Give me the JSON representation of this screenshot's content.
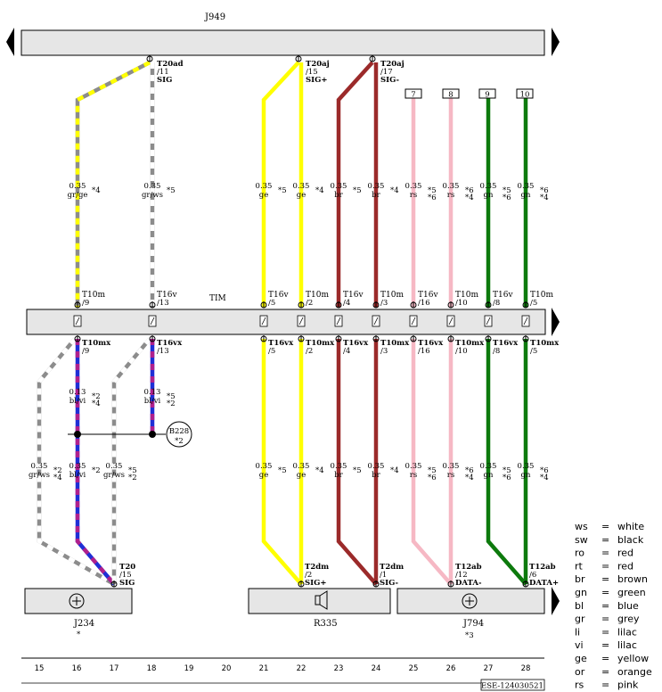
{
  "components": {
    "top_bus": "J949",
    "tim_bus": "TIM",
    "j234": "J234",
    "j234_note": "*",
    "r335": "R335",
    "j794": "J794",
    "j794_note": "*3",
    "b228": "B228",
    "b228_note": "*2"
  },
  "top_connectors": {
    "c18": [
      "T20ad",
      "/11",
      "SIG"
    ],
    "c22": [
      "T20aj",
      "/15",
      "SIG+"
    ],
    "c24": [
      "T20aj",
      "/17",
      "SIG-"
    ]
  },
  "boxes": [
    "7",
    "8",
    "9",
    "10"
  ],
  "upper_wires": [
    {
      "col": "16",
      "size": "0.35",
      "color": "gr/ge",
      "notes": [
        "*4"
      ]
    },
    {
      "col": "18",
      "size": "0.35",
      "color": "gr/ws",
      "notes": [
        "*5"
      ]
    },
    {
      "col": "21",
      "size": "0.35",
      "color": "ge",
      "notes": [
        "*5"
      ]
    },
    {
      "col": "22",
      "size": "0.35",
      "color": "ge",
      "notes": [
        "*4"
      ]
    },
    {
      "col": "23",
      "size": "0.35",
      "color": "br",
      "notes": [
        "*5"
      ]
    },
    {
      "col": "24",
      "size": "0.35",
      "color": "br",
      "notes": [
        "*4"
      ]
    },
    {
      "col": "25",
      "size": "0.35",
      "color": "rs",
      "notes": [
        "*5",
        "*6"
      ]
    },
    {
      "col": "26",
      "size": "0.35",
      "color": "rs",
      "notes": [
        "*6",
        "*4"
      ]
    },
    {
      "col": "27",
      "size": "0.35",
      "color": "gn",
      "notes": [
        "*5",
        "*6"
      ]
    },
    {
      "col": "28",
      "size": "0.35",
      "color": "gn",
      "notes": [
        "*6",
        "*4"
      ]
    }
  ],
  "tim_upper_pins": [
    [
      "T10m",
      "/9"
    ],
    [
      "T16v",
      "/13"
    ],
    [
      "T16v",
      "/5"
    ],
    [
      "T10m",
      "/2"
    ],
    [
      "T16v",
      "/4"
    ],
    [
      "T10m",
      "/3"
    ],
    [
      "T16v",
      "/16"
    ],
    [
      "T10m",
      "/10"
    ],
    [
      "T16v",
      "/8"
    ],
    [
      "T10m",
      "/5"
    ]
  ],
  "tim_lower_pins": [
    [
      "T10mx",
      "/9"
    ],
    [
      "T16vx",
      "/13"
    ],
    [
      "T16vx",
      "/5"
    ],
    [
      "T10mx",
      "/2"
    ],
    [
      "T16vx",
      "/4"
    ],
    [
      "T10mx",
      "/3"
    ],
    [
      "T16vx",
      "/16"
    ],
    [
      "T10mx",
      "/10"
    ],
    [
      "T16vx",
      "/8"
    ],
    [
      "T10mx",
      "/5"
    ]
  ],
  "mid_wires": [
    {
      "col": "16",
      "size": "0.13",
      "color": "bl/vi",
      "notes": [
        "*2",
        "*4"
      ]
    },
    {
      "col": "18",
      "size": "0.13",
      "color": "bl/vi",
      "notes": [
        "*5",
        "*2"
      ]
    }
  ],
  "lower_wires": [
    {
      "col": "15",
      "size": "0.35",
      "color": "gr/ws",
      "notes": [
        "*2",
        "*4"
      ]
    },
    {
      "col": "16",
      "size": "0.35",
      "color": "bl/vi",
      "notes": [
        "*2"
      ]
    },
    {
      "col": "17",
      "size": "0.35",
      "color": "gr/ws",
      "notes": [
        "*5",
        "*2"
      ]
    },
    {
      "col": "21",
      "size": "0.35",
      "color": "ge",
      "notes": [
        "*5"
      ]
    },
    {
      "col": "22",
      "size": "0.35",
      "color": "ge",
      "notes": [
        "*4"
      ]
    },
    {
      "col": "23",
      "size": "0.35",
      "color": "br",
      "notes": [
        "*5"
      ]
    },
    {
      "col": "24",
      "size": "0.35",
      "color": "br",
      "notes": [
        "*4"
      ]
    },
    {
      "col": "25",
      "size": "0.35",
      "color": "rs",
      "notes": [
        "*5",
        "*6"
      ]
    },
    {
      "col": "26",
      "size": "0.35",
      "color": "rs",
      "notes": [
        "*6",
        "*4"
      ]
    },
    {
      "col": "27",
      "size": "0.35",
      "color": "gn",
      "notes": [
        "*5",
        "*6"
      ]
    },
    {
      "col": "28",
      "size": "0.35",
      "color": "gn",
      "notes": [
        "*6",
        "*4"
      ]
    }
  ],
  "bottom_connectors": {
    "t20": [
      "T20",
      "/15",
      "SIG"
    ],
    "t2dm_a": [
      "T2dm",
      "/2",
      "SIG+"
    ],
    "t2dm_b": [
      "T2dm",
      "/1",
      "SIG-"
    ],
    "t12ab_a": [
      "T12ab",
      "/12",
      "DATA-"
    ],
    "t12ab_b": [
      "T12ab",
      "/6",
      "DATA+"
    ]
  },
  "legend": [
    {
      "code": "ws",
      "eq": "=",
      "name": "white"
    },
    {
      "code": "sw",
      "eq": "=",
      "name": "black"
    },
    {
      "code": "ro",
      "eq": "=",
      "name": "red"
    },
    {
      "code": "rt",
      "eq": "=",
      "name": "red"
    },
    {
      "code": "br",
      "eq": "=",
      "name": "brown"
    },
    {
      "code": "gn",
      "eq": "=",
      "name": "green"
    },
    {
      "code": "bl",
      "eq": "=",
      "name": "blue"
    },
    {
      "code": "gr",
      "eq": "=",
      "name": "grey"
    },
    {
      "code": "li",
      "eq": "=",
      "name": "lilac"
    },
    {
      "code": "vi",
      "eq": "=",
      "name": "lilac"
    },
    {
      "code": "ge",
      "eq": "=",
      "name": "yellow"
    },
    {
      "code": "or",
      "eq": "=",
      "name": "orange"
    },
    {
      "code": "rs",
      "eq": "=",
      "name": "pink"
    }
  ],
  "grid_numbers": [
    "15",
    "16",
    "17",
    "18",
    "19",
    "20",
    "21",
    "22",
    "23",
    "24",
    "25",
    "26",
    "27",
    "28"
  ],
  "doc_code": "ESE-124030521",
  "wire_colors": {
    "yellow": "#ffff00",
    "grey": "#8c8c8c",
    "brown": "#9b2a2a",
    "pink": "#f6b8c4",
    "green": "#0d7a0d",
    "blue": "#1f2fd6",
    "violet": "#b0208c"
  }
}
